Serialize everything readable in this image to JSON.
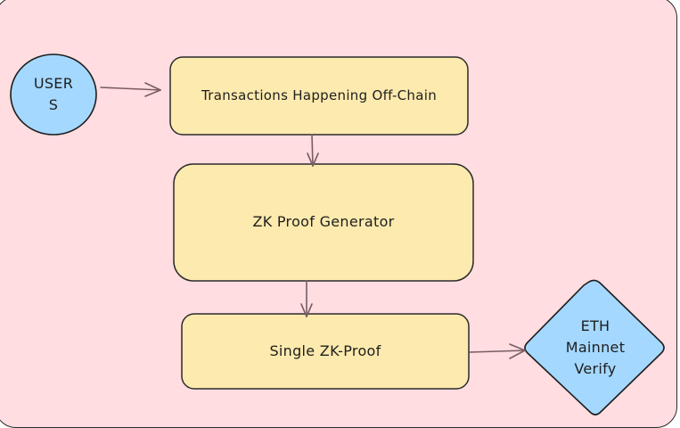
{
  "nodes": {
    "users": {
      "label": "USER\nS"
    },
    "transactions": {
      "label": "Transactions Happening Off-Chain"
    },
    "zk_generator": {
      "label": "ZK Proof Generator"
    },
    "single_proof": {
      "label": "Single ZK-Proof"
    },
    "eth_verify": {
      "label": "ETH\nMainnet\nVerify"
    }
  },
  "colors": {
    "background": "#ffdde1",
    "box_fill": "#fdeaae",
    "circle_fill": "#a5d8ff",
    "stroke": "#1e1e1e",
    "arrow": "#7a5c63"
  }
}
